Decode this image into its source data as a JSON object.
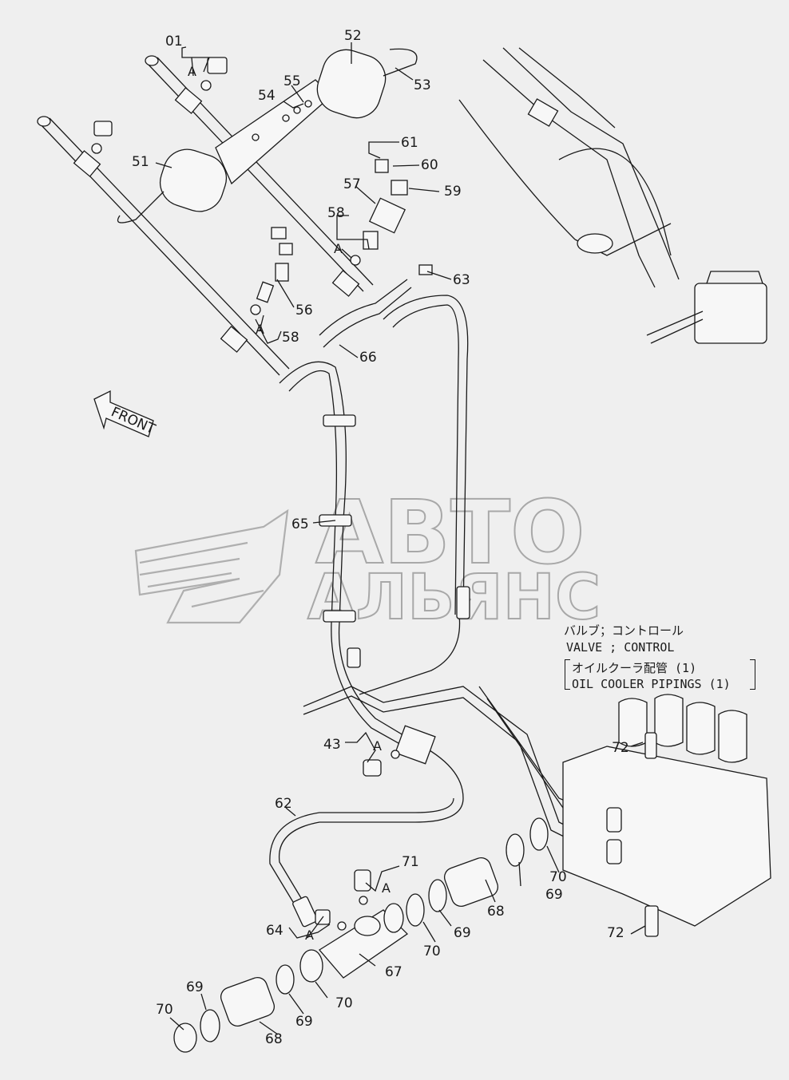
{
  "title_block": {
    "line_jp1": "バルブ；コントロール",
    "line_en1": "VALVE ; CONTROL",
    "line_jp2": "オイルクーラ配管 (1)",
    "line_en2": "OIL COOLER PIPINGS (1)"
  },
  "direction_arrow": {
    "label": "FRONT"
  },
  "watermark": {
    "line1": "АВТО",
    "line2": "АЛЬЯНС"
  },
  "callout_letter": "A",
  "callouts": [
    "01",
    "52",
    "53",
    "54",
    "55",
    "51",
    "61",
    "60",
    "57",
    "59",
    "58",
    "63",
    "56",
    "58",
    "66",
    "65",
    "43",
    "72",
    "62",
    "71",
    "64",
    "69",
    "68",
    "69",
    "70",
    "70",
    "72",
    "67",
    "69",
    "70",
    "70",
    "69",
    "68"
  ],
  "colors": {
    "line": "#1a1a1a",
    "background": "#efefef",
    "watermark": "#7a7a7a"
  }
}
